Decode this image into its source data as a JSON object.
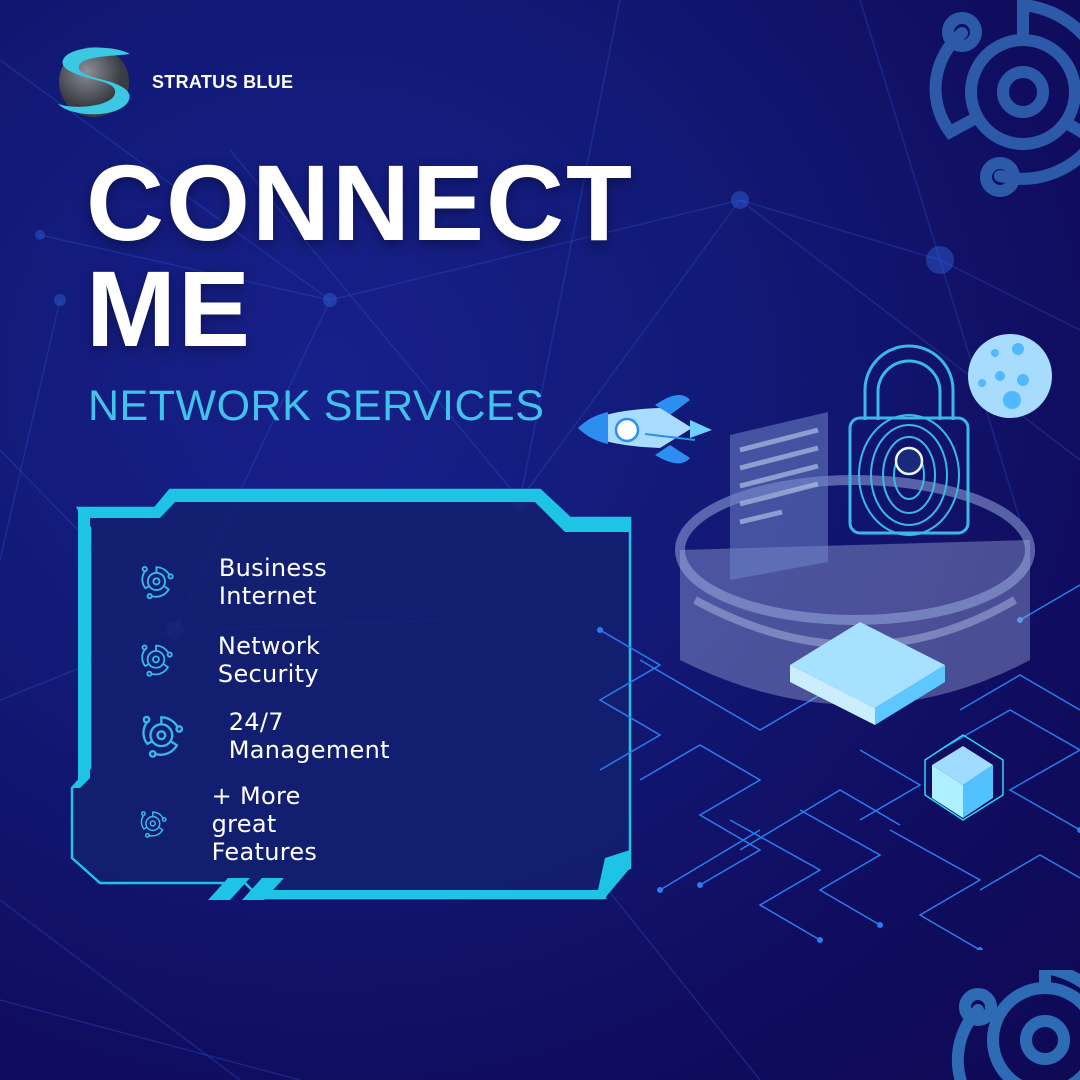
{
  "brand": {
    "name": "STRATUS BLUE",
    "logo_icon": "s-sphere-logo"
  },
  "headline": {
    "line1": "CONNECT",
    "line2": "ME",
    "subtitle": "NETWORK SERVICES"
  },
  "features": [
    {
      "label": "Business Internet",
      "icon": "network-hub-icon"
    },
    {
      "label": "Network Security",
      "icon": "network-hub-icon"
    },
    {
      "label": "24/7 Management",
      "icon": "network-hub-icon"
    },
    {
      "label": "+ More great Features",
      "icon": "network-hub-icon"
    }
  ],
  "illustration": {
    "elements": [
      "rocket",
      "document",
      "fingerprint-padlock",
      "moon",
      "glass-cylinder",
      "platform",
      "cube",
      "circuit-lines"
    ]
  },
  "colors": {
    "background": "#110c5e",
    "accent_cyan": "#1ec4e6",
    "subtitle": "#3fc3ea",
    "panel_fill": "#13206e",
    "circuit": "#2a7df0",
    "deco_icon": "#2c5aa8"
  }
}
